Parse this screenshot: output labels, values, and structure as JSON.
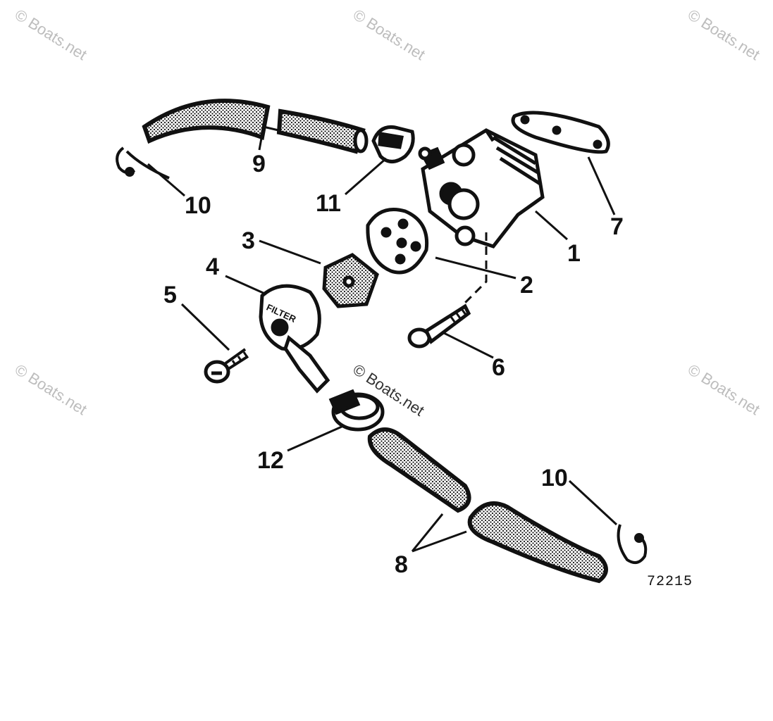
{
  "watermark": "© Boats.net",
  "figure_number": "72215",
  "callouts": {
    "c1": "1",
    "c2": "2",
    "c3": "3",
    "c4": "4",
    "c5": "5",
    "c6": "6",
    "c7": "7",
    "c8": "8",
    "c9": "9",
    "c10a": "10",
    "c10b": "10",
    "c11": "11",
    "c12": "12"
  },
  "part_markings": {
    "filter_text": "FILTER"
  }
}
